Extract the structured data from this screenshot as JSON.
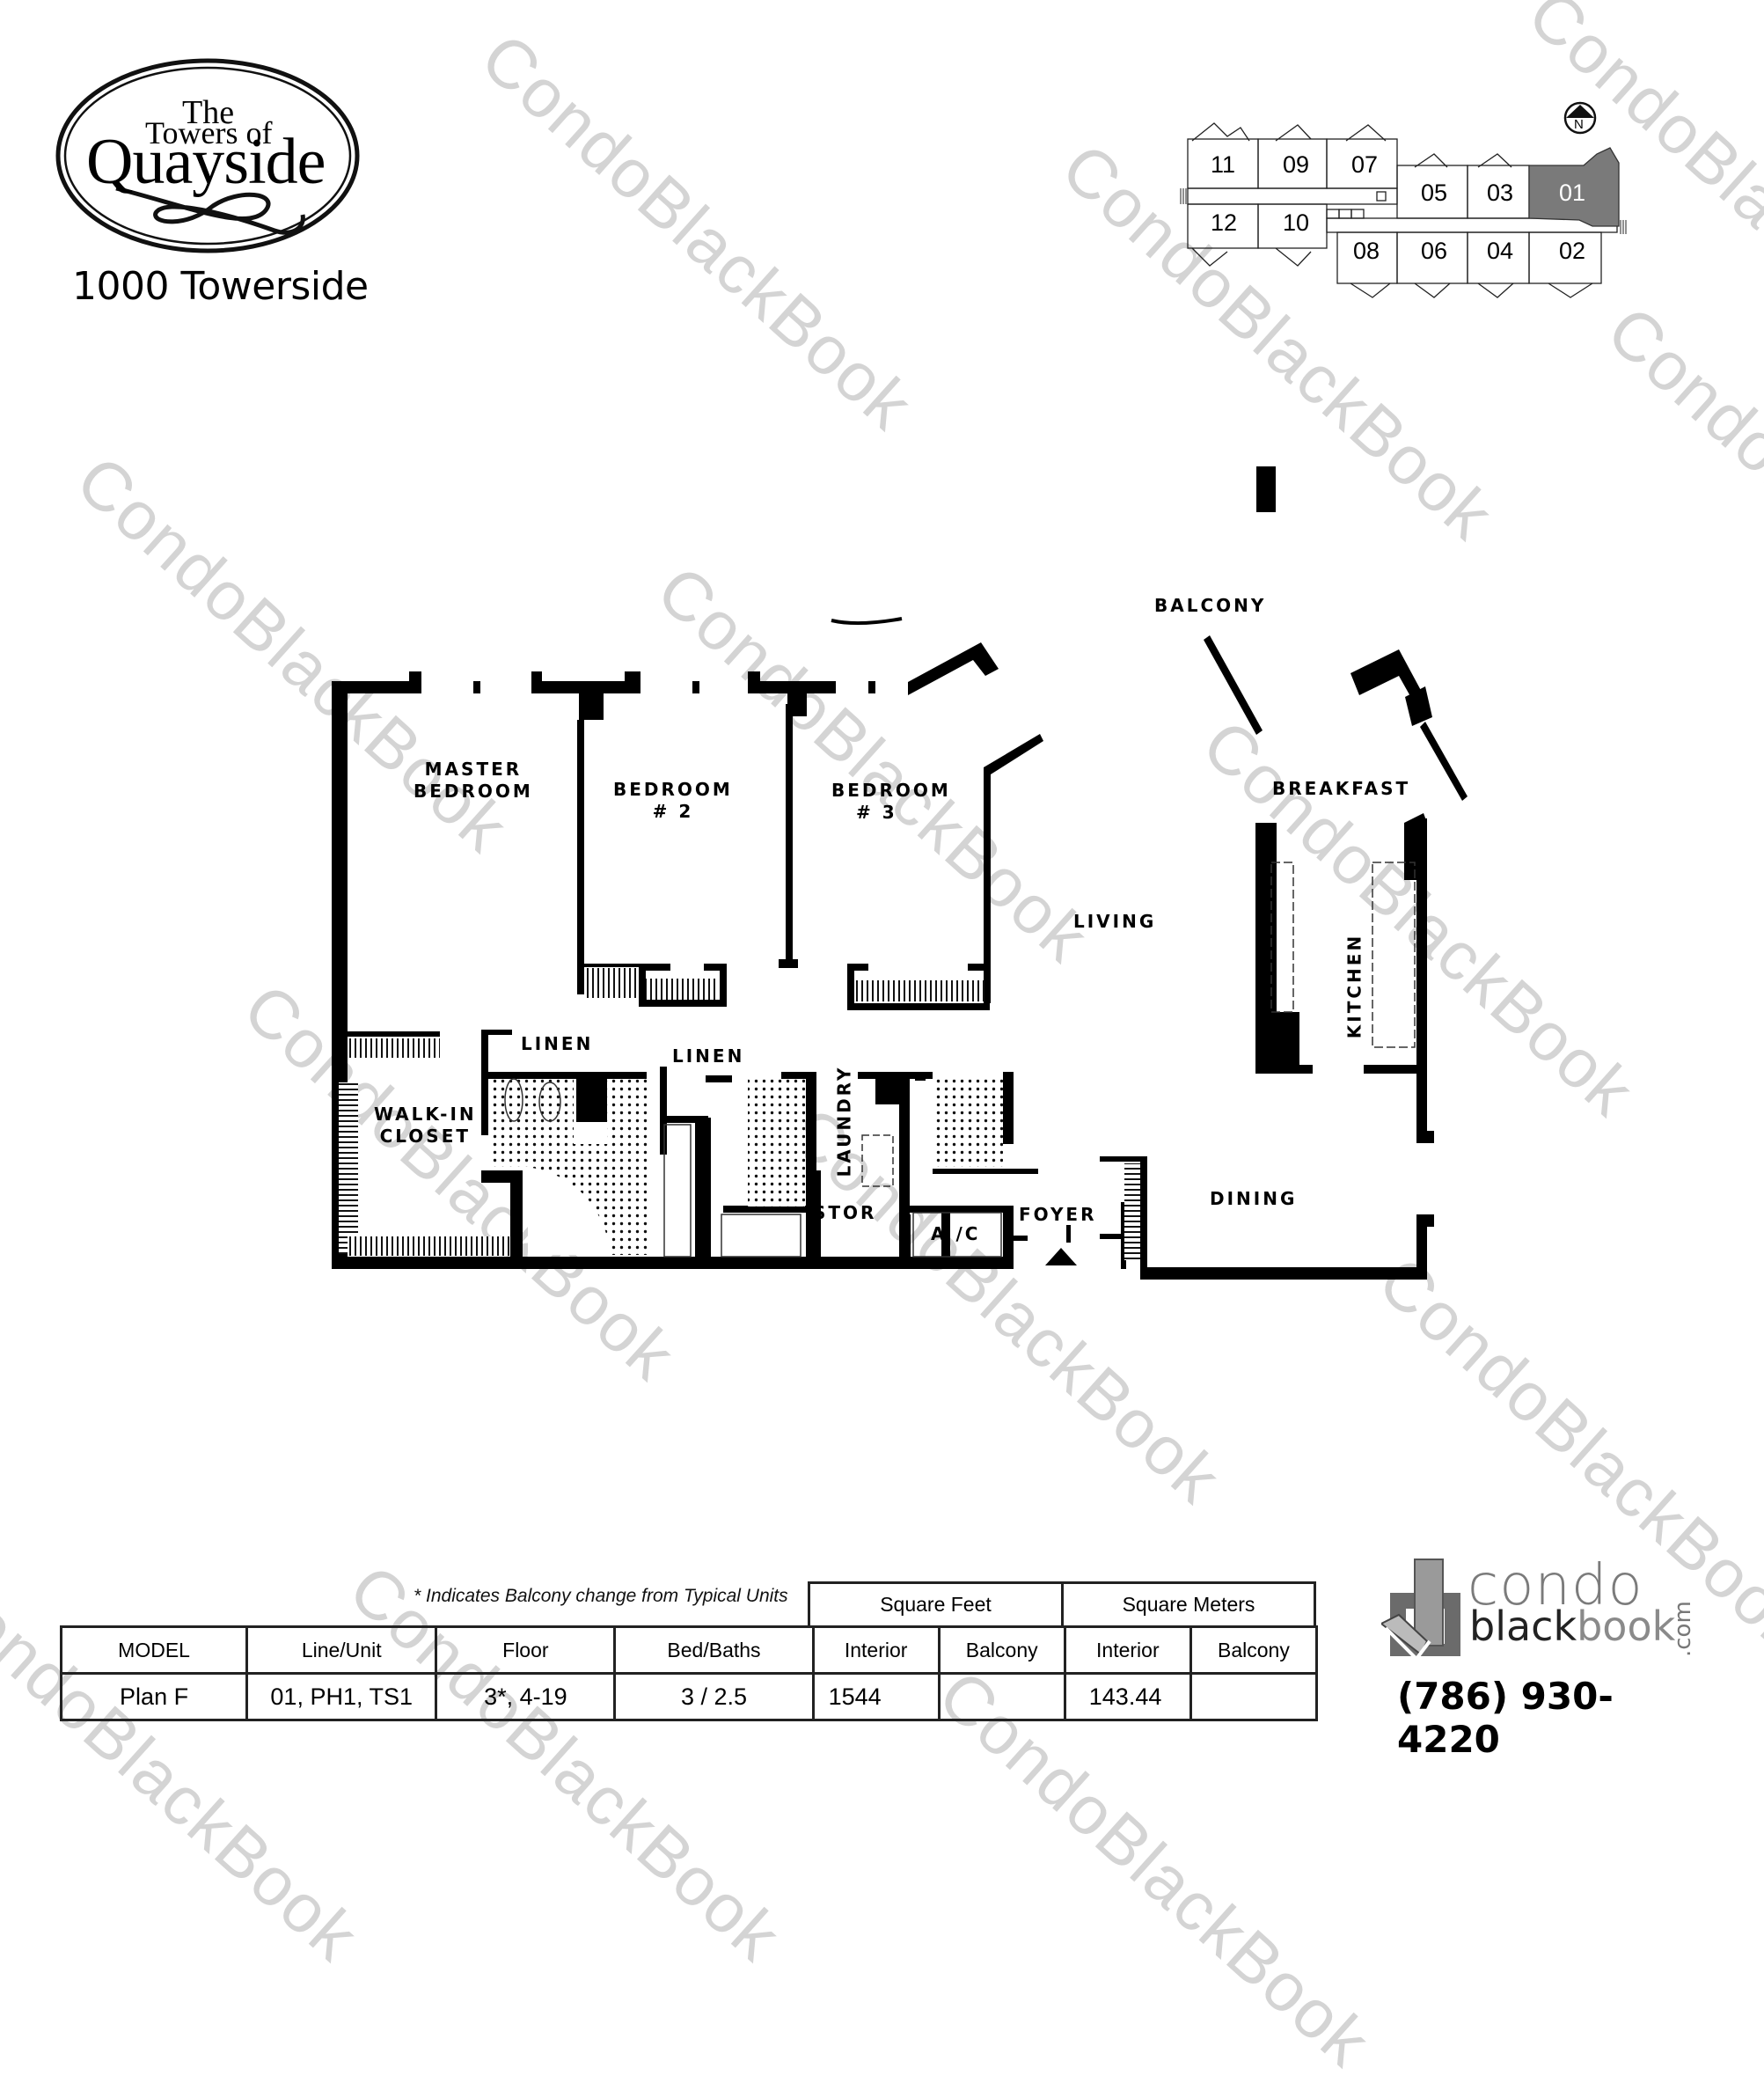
{
  "header": {
    "logo": {
      "line1": "The",
      "line2": "Towers of",
      "line3": "Quayside"
    },
    "address": "1000 Towerside"
  },
  "keyplan": {
    "north_label": "N",
    "units_top": [
      "11",
      "09",
      "07",
      "05",
      "03",
      "01"
    ],
    "units_bottom": [
      "12",
      "10",
      "08",
      "06",
      "04",
      "02"
    ],
    "highlighted_unit": "01",
    "highlight_color": "#7a7a7a"
  },
  "floorplan": {
    "rooms": {
      "balcony": "BALCONY",
      "master_bedroom_1": "MASTER",
      "master_bedroom_2": "BEDROOM",
      "bedroom2_1": "BEDROOM",
      "bedroom2_2": "# 2",
      "bedroom3_1": "BEDROOM",
      "bedroom3_2": "# 3",
      "breakfast": "BREAKFAST",
      "living": "LIVING",
      "kitchen": "KITCHEN",
      "linen_1": "LINEN",
      "linen_2": "LINEN",
      "walkin_1": "WALK-IN",
      "walkin_2": "CLOSET",
      "laundry": "LAUNDRY",
      "stor": "STOR",
      "ac": "A /C",
      "foyer": "FOYER",
      "dining": "DINING"
    }
  },
  "spec_table": {
    "note": "* Indicates Balcony change from Typical Units",
    "group_headers": [
      "Square Feet",
      "Square Meters"
    ],
    "columns": [
      "MODEL",
      "Line/Unit",
      "Floor",
      "Bed/Baths",
      "Interior",
      "Balcony",
      "Interior",
      "Balcony"
    ],
    "rows": [
      [
        "Plan F",
        "01, PH1, TS1",
        "3*, 4-19",
        "3 / 2.5",
        "1544",
        "",
        "143.44",
        ""
      ]
    ]
  },
  "brand": {
    "condo": "condo",
    "black": "black",
    "book": "book",
    "com": ".com",
    "phone": "(786) 930-4220"
  },
  "watermark": "CondoBlackBook"
}
